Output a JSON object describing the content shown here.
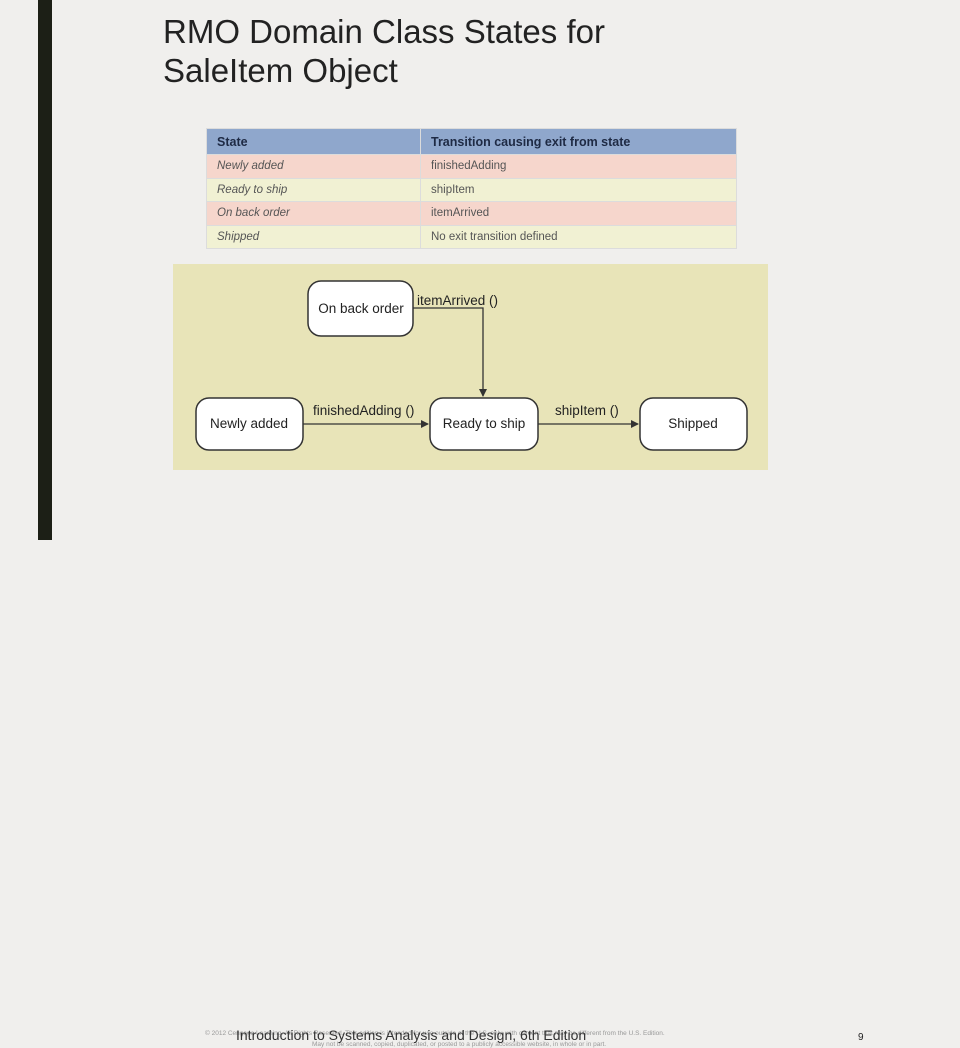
{
  "title": {
    "line1": "RMO Domain Class States for",
    "line2": "SaleItem Object"
  },
  "table": {
    "headers": [
      "State",
      "Transition causing exit from state"
    ],
    "rows": [
      {
        "state": "Newly added",
        "transition": "finishedAdding",
        "color": "#f6d6cc"
      },
      {
        "state": "Ready to ship",
        "transition": "shipItem",
        "color": "#f1f1d3"
      },
      {
        "state": "On back order",
        "transition": "itemArrived",
        "color": "#f6d6cc"
      },
      {
        "state": "Shipped",
        "transition": "No exit transition defined",
        "color": "#f1f1d3"
      }
    ]
  },
  "diagram": {
    "states": {
      "on_back_order": "On back order",
      "newly_added": "Newly added",
      "ready_to_ship": "Ready to ship",
      "shipped": "Shipped"
    },
    "transitions": {
      "item_arrived": "itemArrived ()",
      "finished_adding": "finishedAdding ()",
      "ship_item": "shipItem ()"
    }
  },
  "footer": {
    "copyright_line1": "© 2012 Cengage Learning. All Rights Reserved. This edition is intended for use outside of the U.S. only, with content that may be different from the U.S. Edition.",
    "copyright_line2": "May not be scanned, copied, duplicated, or posted to a publicly accessible website, in whole or in part.",
    "book_title": "Introduction to Systems Analysis and Design, 6th Edition",
    "page_number": "9"
  }
}
